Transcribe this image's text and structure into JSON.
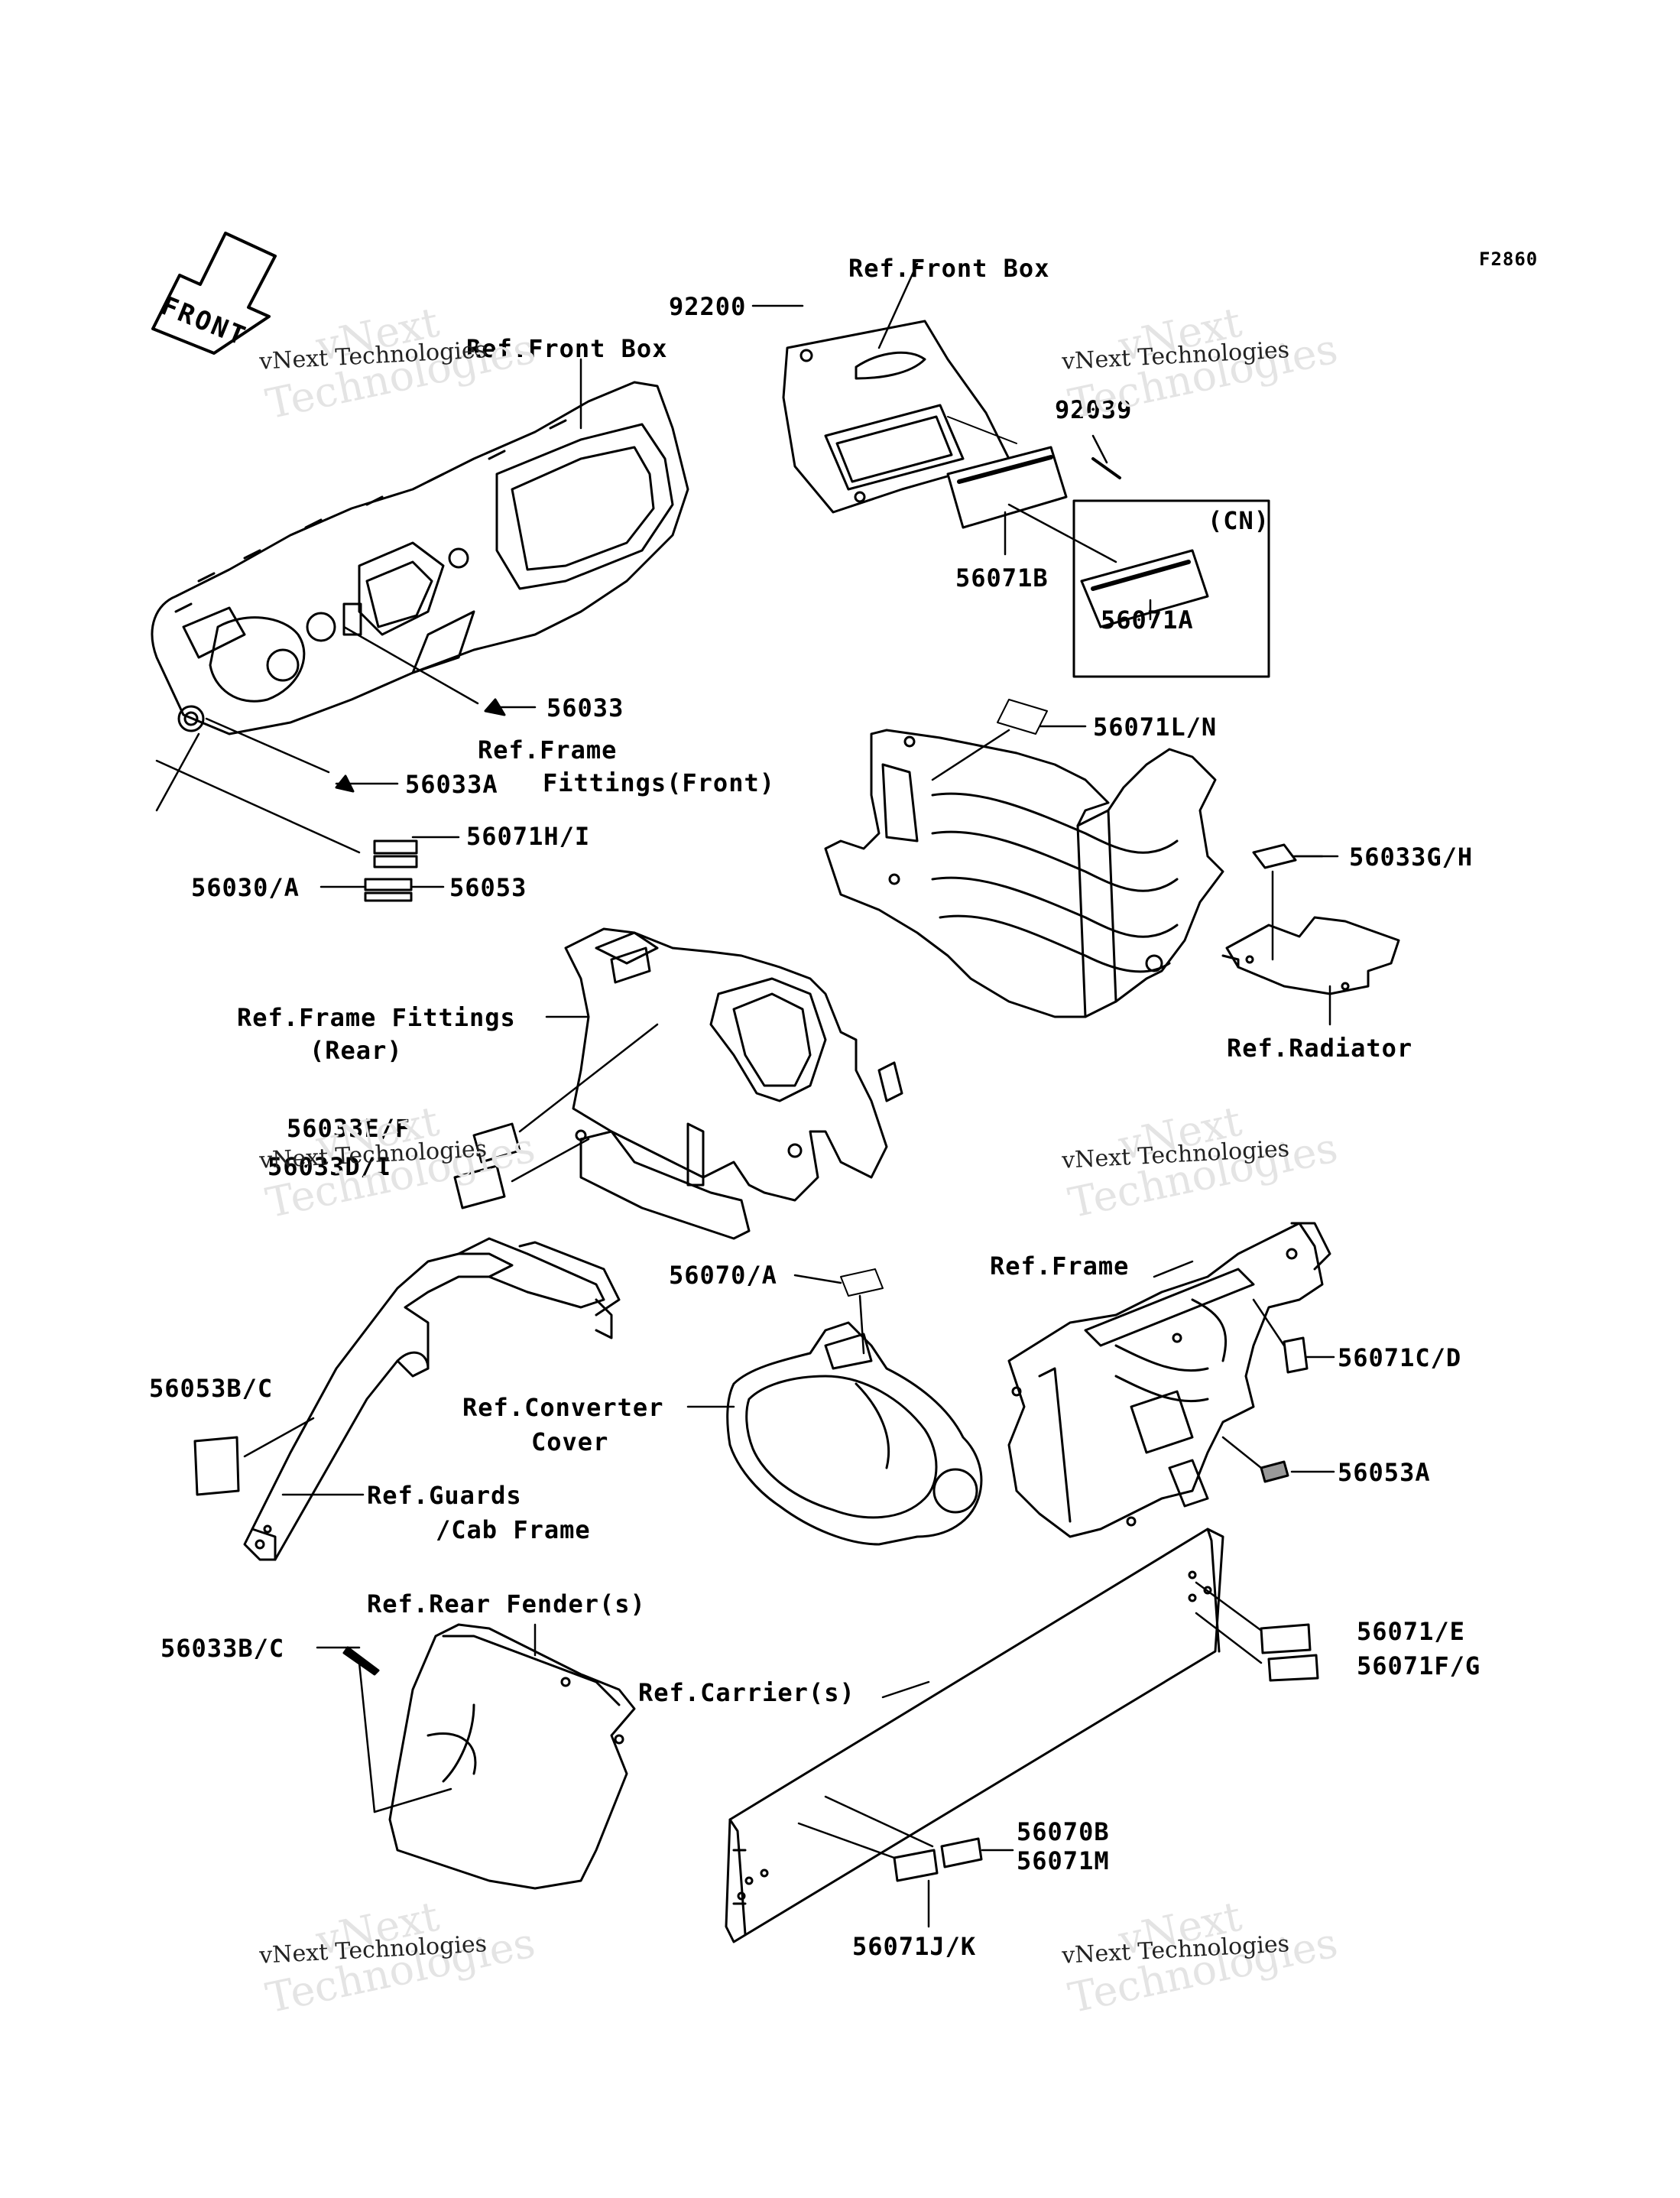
{
  "figure_code": "F2860",
  "front_arrow": "FRONT",
  "watermark": {
    "line1": "vNext",
    "line2": "vNext Technologies",
    "line3": "Technologies"
  },
  "labels": {
    "ref_front_box_top": "Ref.Front Box",
    "ref_front_box_left": "Ref.Front Box",
    "p92200": "92200",
    "p92039": "92039",
    "cn": "(CN)",
    "p56071B": "56071B",
    "p56071A": "56071A",
    "p56033": "56033",
    "ref_frame_fittings_front_1": "Ref.Frame",
    "ref_frame_fittings_front_2": "Fittings(Front)",
    "p56033A": "56033A",
    "p56071LN": "56071L/N",
    "p56071HI": "56071H/I",
    "p56030A": "56030/A",
    "p56053": "56053",
    "p56033GH": "56033G/H",
    "ref_frame_fittings_rear_1": "Ref.Frame Fittings",
    "ref_frame_fittings_rear_2": "(Rear)",
    "ref_radiator": "Ref.Radiator",
    "p56033EF": "56033E/F",
    "p56033DI": "56033D/I",
    "ref_frame": "Ref.Frame",
    "p56070A": "56070/A",
    "p56071CD": "56071C/D",
    "p56053BC": "56053B/C",
    "ref_converter_cover_1": "Ref.Converter",
    "ref_converter_cover_2": "Cover",
    "p56053A": "56053A",
    "ref_guards_1": "Ref.Guards",
    "ref_guards_2": "/Cab Frame",
    "ref_rear_fender": "Ref.Rear Fender(s)",
    "p56033BC": "56033B/C",
    "p56071E": "56071/E",
    "p56071FG": "56071F/G",
    "ref_carrier": "Ref.Carrier(s)",
    "p56070B": "56070B",
    "p56071M": "56071M",
    "p56071JK": "56071J/K"
  }
}
